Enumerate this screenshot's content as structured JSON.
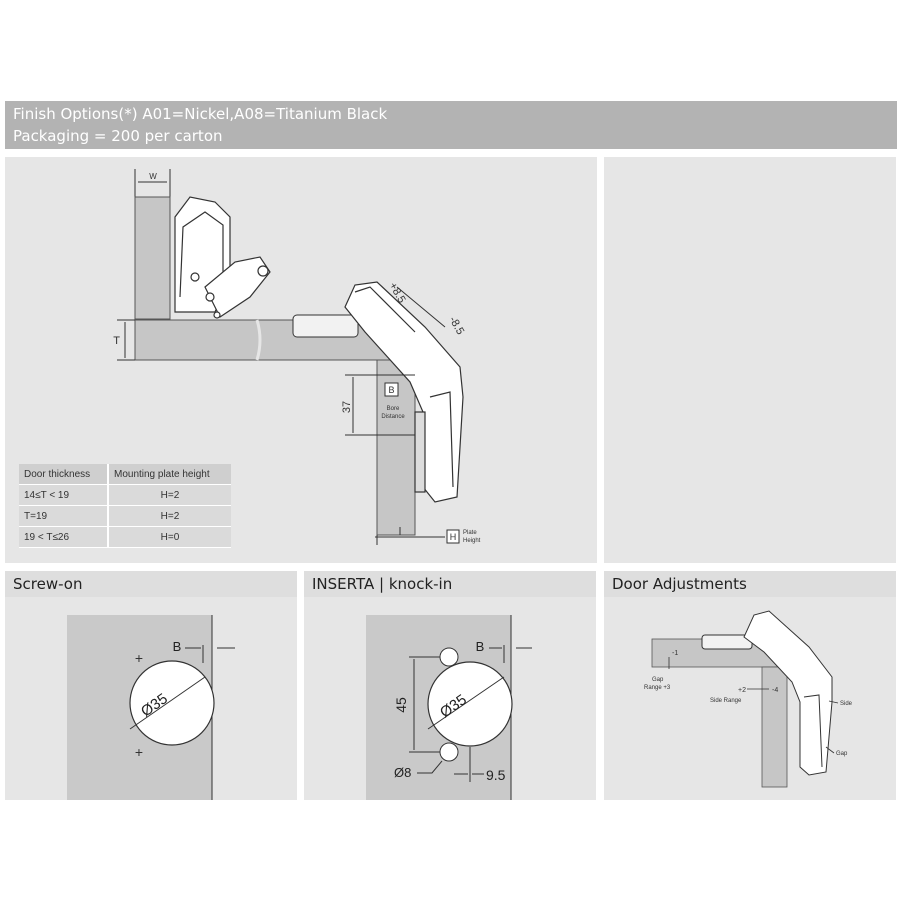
{
  "header": {
    "line1": "Finish Options(*)  A01=Nickel,A08=Titanium Black",
    "line2": "Packaging  = 200 per carton"
  },
  "main_diagram": {
    "w_label": "W",
    "t_label": "T",
    "dim_37": "37",
    "plus_85": "+8.5",
    "minus_85": "-8.5",
    "b_box": "B",
    "bore_distance": [
      "Bore",
      "Distance"
    ],
    "h_box": "H",
    "plate_height": [
      "Plate",
      "Height"
    ]
  },
  "spec_table": {
    "headers": [
      "Door thickness",
      "Mounting plate height"
    ],
    "rows": [
      [
        "14≤T < 19",
        "H=2"
      ],
      [
        "T=19",
        "H=2"
      ],
      [
        "19 < T≤26",
        "H=0"
      ]
    ]
  },
  "panels": {
    "screw_on": {
      "title": "Screw-on",
      "b_label": "B",
      "diameter": "Ø35",
      "plus": "+"
    },
    "inserta": {
      "title": "INSERTA | knock-in",
      "b_label": "B",
      "diameter": "Ø35",
      "dim_45": "45",
      "small_diameter": "Ø8",
      "dim_95": "9.5"
    },
    "door_adjustments": {
      "title": "Door Adjustments",
      "minus1": "-1",
      "gap_range": [
        "Gap",
        "Range +3"
      ],
      "plus2": "+2",
      "minus4": "-4",
      "side_range": "Side Range",
      "side": "Side",
      "gap": "Gap"
    }
  }
}
